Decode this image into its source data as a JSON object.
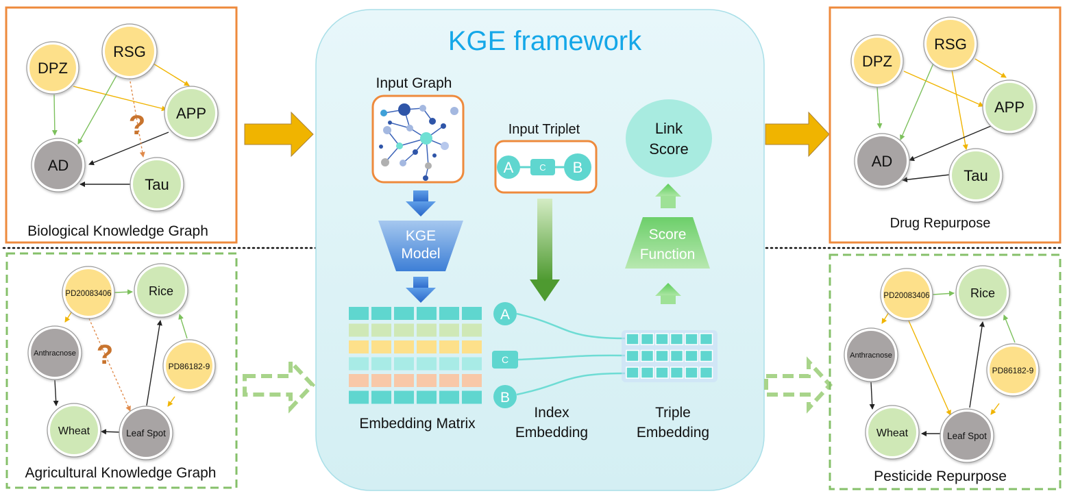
{
  "framework": {
    "title": "KGE framework",
    "input_graph": "Input Graph",
    "kge_model": [
      "KGE",
      "Model"
    ],
    "input_triplet": "Input Triplet",
    "triplet_nodes": {
      "a": "A",
      "c": "C",
      "b": "B"
    },
    "link_score": [
      "Link",
      "Score"
    ],
    "score_function": [
      "Score",
      "Function"
    ],
    "embedding_matrix": "Embedding Matrix",
    "index_embedding": [
      "Index",
      "Embedding"
    ],
    "triple_embedding": [
      "Triple",
      "Embedding"
    ],
    "index_labels": {
      "a": "A",
      "c": "C",
      "b": "B"
    }
  },
  "bio_graph": {
    "caption": "Biological Knowledge Graph",
    "nodes": {
      "dpz": "DPZ",
      "rsg": "RSG",
      "app": "APP",
      "ad": "AD",
      "tau": "Tau"
    },
    "question": "?"
  },
  "drug_repurpose": {
    "caption": "Drug Repurpose",
    "nodes": {
      "dpz": "DPZ",
      "rsg": "RSG",
      "app": "APP",
      "ad": "AD",
      "tau": "Tau"
    }
  },
  "agri_graph": {
    "caption": "Agricultural Knowledge Graph",
    "nodes": {
      "pd1": "PD20083406",
      "rice": "Rice",
      "anth": "Anthracnose",
      "pd2": "PD86182-9",
      "wheat": "Wheat",
      "leaf": "Leaf Spot"
    },
    "question": "?"
  },
  "pesticide_repurpose": {
    "caption": "Pesticide Repurpose",
    "nodes": {
      "pd1": "PD20083406",
      "rice": "Rice",
      "anth": "Anthracnose",
      "pd2": "PD86182-9",
      "wheat": "Wheat",
      "leaf": "Leaf Spot"
    }
  },
  "colors": {
    "orange_border": "#ee8a3c",
    "green_dashed": "#86c06a",
    "yellow_node": "#fde08a",
    "green_node": "#cfe8b6",
    "gray_node": "#a8a4a4",
    "teal": "#5fd6cf",
    "arrow_gold": "#f0b400",
    "panel_bg": "#e3f5f8"
  }
}
